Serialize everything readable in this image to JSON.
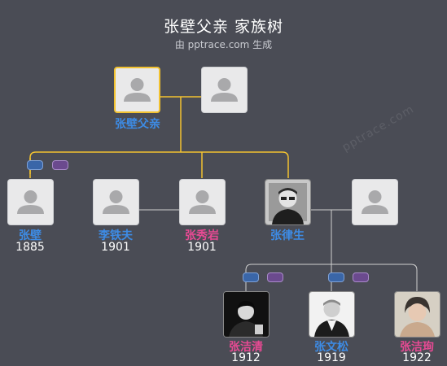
{
  "header": {
    "title": "张壁父亲 家族树",
    "subtitle": "由 pptrace.com 生成",
    "watermark": "pptrace.com"
  },
  "colors": {
    "background": "#4a4c55",
    "highlight_line": "#f2c230",
    "sibling_line": "#d0d0d0",
    "male": "#3d8ce6",
    "female": "#e84a94",
    "tag_blue": "#3a66a8",
    "tag_purple": "#6b4a8e"
  },
  "people": {
    "father": {
      "name": "张壁父亲",
      "year": "",
      "gender": "male",
      "icon": "person-placeholder-icon",
      "highlighted": true
    },
    "father_spouse": {
      "name": "",
      "year": "",
      "icon": "person-placeholder-icon"
    },
    "zhang_bi": {
      "name": "张壁",
      "year": "1885",
      "gender": "male",
      "icon": "person-placeholder-icon"
    },
    "li_tiefu": {
      "name": "李铁夫",
      "year": "1901",
      "gender": "male",
      "icon": "person-placeholder-icon"
    },
    "zhang_xiuyan": {
      "name": "张秀岩",
      "year": "1901",
      "gender": "female",
      "icon": "person-placeholder-icon"
    },
    "zhang_lvsheng": {
      "name": "张律生",
      "year": "",
      "gender": "male",
      "icon": "portrait-photo-icon"
    },
    "lvsheng_spouse": {
      "name": "",
      "year": "",
      "icon": "person-placeholder-icon"
    },
    "zhang_jieqing": {
      "name": "张洁清",
      "year": "1912",
      "gender": "female",
      "icon": "portrait-photo-icon"
    },
    "zhang_wensong": {
      "name": "张文松",
      "year": "1919",
      "gender": "male",
      "icon": "portrait-photo-icon"
    },
    "zhang_jiexun": {
      "name": "张洁珣",
      "year": "1922",
      "gender": "female",
      "icon": "portrait-photo-icon"
    }
  }
}
